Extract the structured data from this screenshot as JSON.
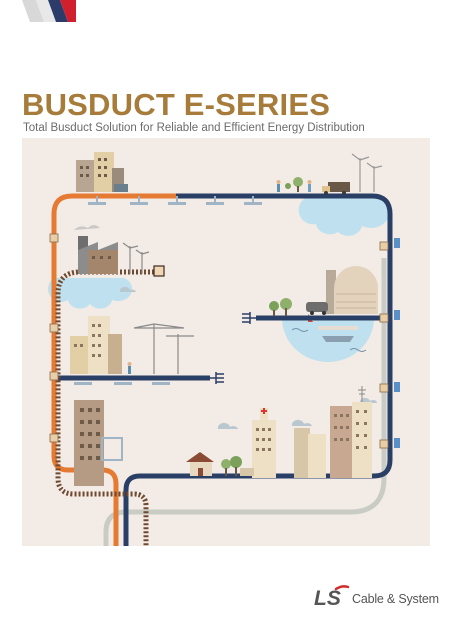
{
  "cover": {
    "title": "BUSDUCT E-SERIES",
    "subtitle": "Total Busduct Solution for Reliable and Efficient Energy Distribution"
  },
  "brand": {
    "logo_mark": "LS",
    "name": "Cable & System"
  },
  "colors": {
    "title": "#a77b3a",
    "subtitle": "#6b6b6b",
    "background_panel": "#f3ebe6",
    "busduct_orange": "#e57a33",
    "busduct_navy": "#2a3f66",
    "busduct_grey": "#c9ccc4",
    "busduct_brown": "#6f4a30",
    "water": "#bfe1ef",
    "logo_red": "#d12a2a"
  },
  "icons": {
    "corner": "corner-stripes",
    "logo": "ls-logo-mark"
  }
}
